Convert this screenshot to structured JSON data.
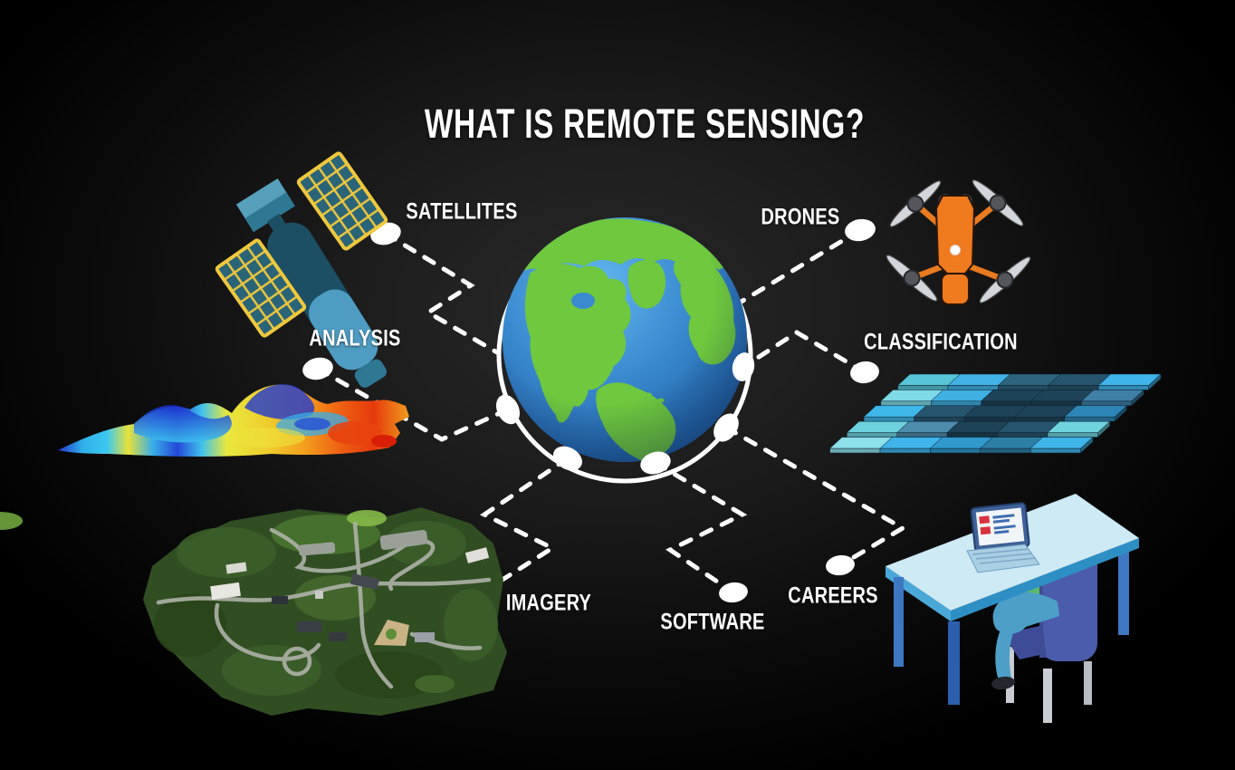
{
  "title": "WHAT IS REMOTE SENSING?",
  "topics": [
    {
      "id": "satellites",
      "label": "SATELLITES"
    },
    {
      "id": "drones",
      "label": "DRONES"
    },
    {
      "id": "analysis",
      "label": "ANALYSIS"
    },
    {
      "id": "classification",
      "label": "CLASSIFICATION"
    },
    {
      "id": "imagery",
      "label": "IMAGERY"
    },
    {
      "id": "software",
      "label": "SOFTWARE"
    },
    {
      "id": "careers",
      "label": "CAREERS"
    }
  ],
  "center_icon": "earth-globe-with-orbit-ring-and-connector-nodes",
  "icons": {
    "satellites": "satellite-icon",
    "drones": "quadcopter-drone-icon",
    "analysis": "terrain-heatmap-surface-icon",
    "classification": "classified-pixel-grid-icon",
    "imagery": "aerial-orthophoto-icon",
    "careers": "person-at-desk-with-laptop-icon"
  },
  "colors": {
    "background": "#0b0b0b",
    "text": "#ffffff",
    "connector": "#ffffff",
    "ocean_blue": "#3a8ad0",
    "land_green": "#6fc83e",
    "drone_orange": "#f07a1e",
    "solar_panel_gold": "#efc83c",
    "satellite_teal": "#1c4f64",
    "desk_blue": "#cdeaf5",
    "chair_indigo": "#4c5cac",
    "shirt_green": "#5cba6c",
    "heatmap_cold": "#2334ce",
    "heatmap_hot": "#e63a0c"
  },
  "classification_grid": {
    "rows": 5,
    "cols": 5,
    "matrix": [
      [
        "#56C5D6",
        "#42B2E6",
        "#2E647E",
        "#27556E",
        "#3FB4EA"
      ],
      [
        "#7EDAE6",
        "#3FB0E2",
        "#1E4257",
        "#1E4257",
        "#3E7FA6"
      ],
      [
        "#3FB7EA",
        "#27556E",
        "#1E4257",
        "#1E4257",
        "#2E86B8"
      ],
      [
        "#6ED2DE",
        "#4E8CAC",
        "#1E4257",
        "#27556E",
        "#70D4DE"
      ],
      [
        "#8EE0EA",
        "#3FB4EA",
        "#2F9ACB",
        "#2E7FA6",
        "#3FB4E8"
      ]
    ]
  }
}
